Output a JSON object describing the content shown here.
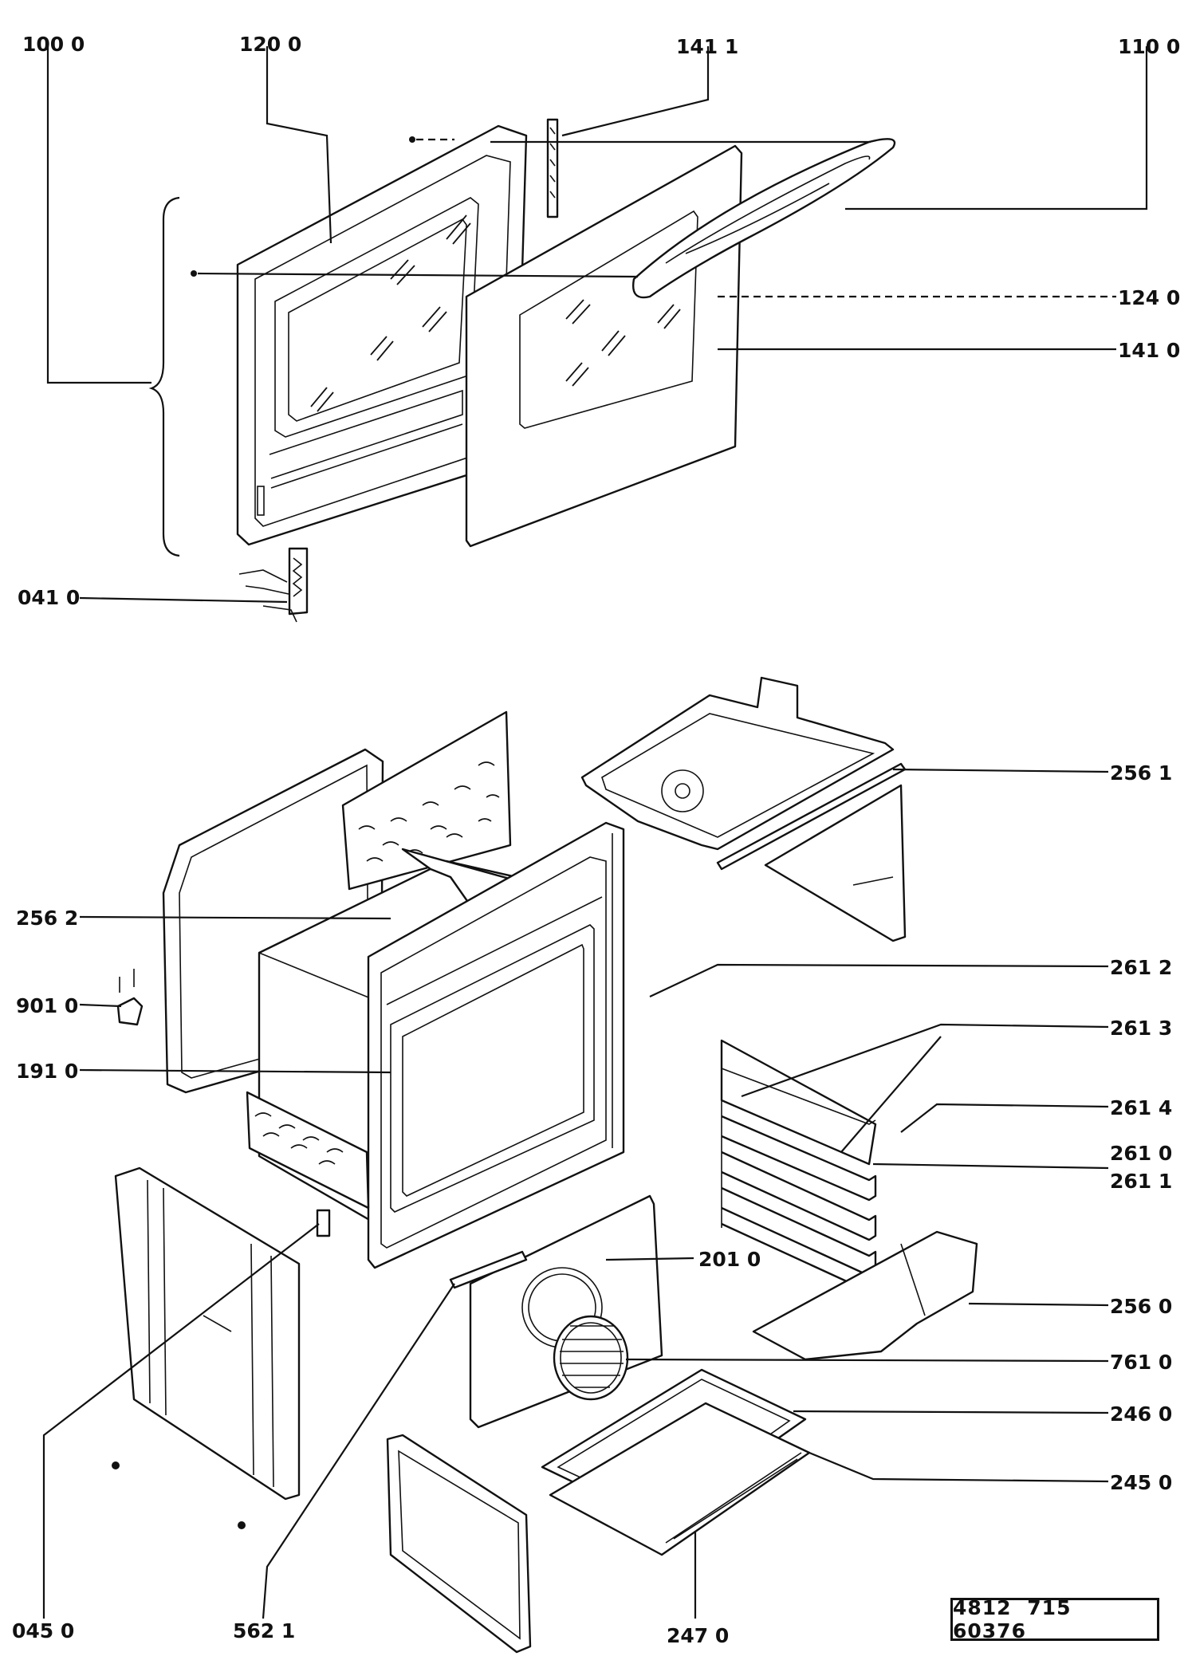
{
  "labels": {
    "l1000": "100 0",
    "l1200": "120 0",
    "l1411": "141 1",
    "l1100": "110 0",
    "l1240": "124 0",
    "l1410": "141 0",
    "l0410": "041 0",
    "l2561": "256 1",
    "l2562": "256 2",
    "l2612": "261 2",
    "l9010": "901 0",
    "l2613": "261 3",
    "l1910": "191 0",
    "l2614": "261 4",
    "l2610": "261 0",
    "l2611": "261 1",
    "l2010": "201 0",
    "l2560": "256 0",
    "l7610": "761 0",
    "l2460": "246 0",
    "l2450": "245 0",
    "l0450": "045 0",
    "l5621": "562 1",
    "l2470": "247 0"
  },
  "document_code": "4812 715 60376"
}
